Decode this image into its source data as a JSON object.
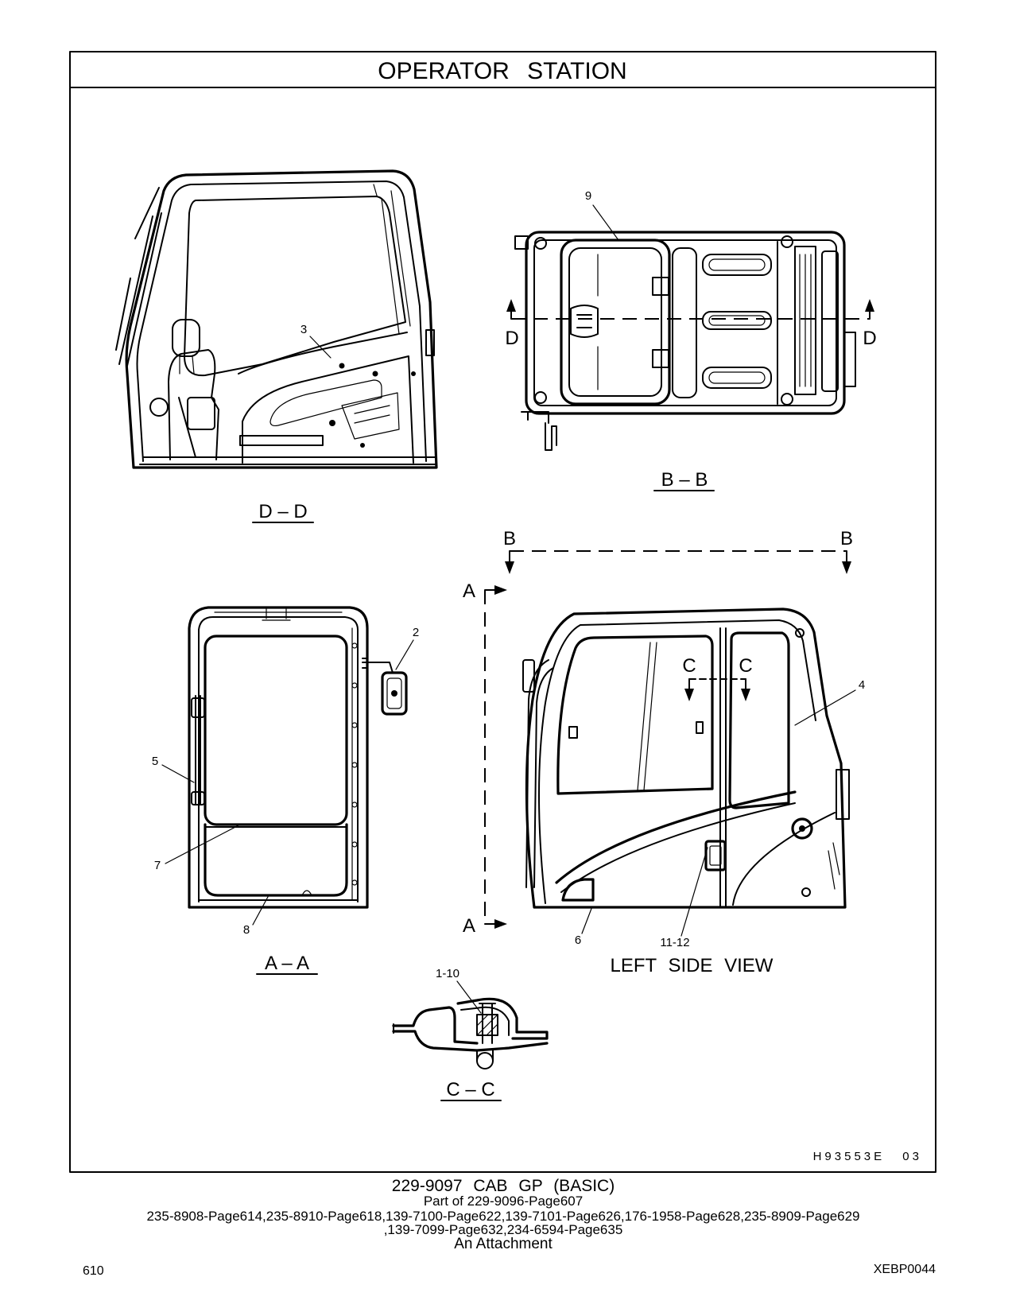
{
  "page": {
    "title": "OPERATOR STATION",
    "drawing_number": "H93553E 03"
  },
  "views": {
    "dd": "D – D",
    "bb": "B – B",
    "aa": "A – A",
    "left_side": "LEFT SIDE VIEW",
    "cc": "C – C"
  },
  "section_markers": {
    "d_left": "D",
    "d_right": "D",
    "b_left": "B",
    "b_right": "B",
    "a_top": "A",
    "a_bottom": "A",
    "c_left": "C",
    "c_right": "C"
  },
  "callouts": {
    "item_1_10": "1-10",
    "item_2": "2",
    "item_3": "3",
    "item_4": "4",
    "item_5": "5",
    "item_6": "6",
    "item_7": "7",
    "item_8": "8",
    "item_9": "9",
    "item_11_12": "11-12"
  },
  "footer": {
    "group_title": "229-9097 CAB GP (BASIC)",
    "part_of": "Part of 229-9096-Page607",
    "references_line_1": "235-8908-Page614,235-8910-Page618,139-7100-Page622,139-7101-Page626,176-1958-Page628,235-8909-Page629",
    "references_line_2": ",139-7099-Page632,234-6594-Page635",
    "note": "An Attachment",
    "page_number": "610",
    "document_id": "XEBP0044"
  }
}
